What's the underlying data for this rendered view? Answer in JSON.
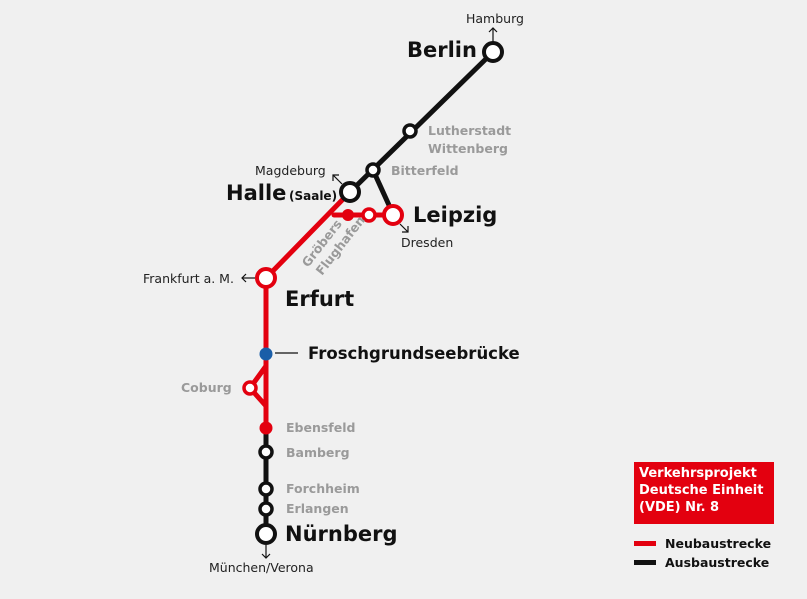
{
  "stations": {
    "hamburg": "Hamburg",
    "berlin": "Berlin",
    "lutherstadt_line1": "Lutherstadt",
    "lutherstadt_line2": "Wittenberg",
    "bitterfeld": "Bitterfeld",
    "magdeburg": "Magdeburg",
    "halle": "Halle",
    "halle_suffix": "(Saale)",
    "leipzig": "Leipzig",
    "dresden": "Dresden",
    "groebers": "Gröbers",
    "flughafen": "Flughafen",
    "frankfurt": "Frankfurt a. M.",
    "erfurt": "Erfurt",
    "froschgrund": "Froschgrundseebrücke",
    "coburg": "Coburg",
    "ebensfeld": "Ebensfeld",
    "bamberg": "Bamberg",
    "forchheim": "Forchheim",
    "erlangen": "Erlangen",
    "nuernberg": "Nürnberg",
    "muenchen": "München/Verona"
  },
  "legend": {
    "title_line1": "Verkehrsprojekt",
    "title_line2": "Deutsche Einheit",
    "title_line3": "(VDE) Nr. 8",
    "new_line": "Neubaustrecke",
    "upgraded_line": "Ausbaustrecke"
  },
  "colors": {
    "new_line": "#e3000f",
    "upgraded_line": "#111111",
    "bridge": "#1a5ea8",
    "minor_label": "#9a9a9a",
    "background": "#f0f0f0"
  }
}
